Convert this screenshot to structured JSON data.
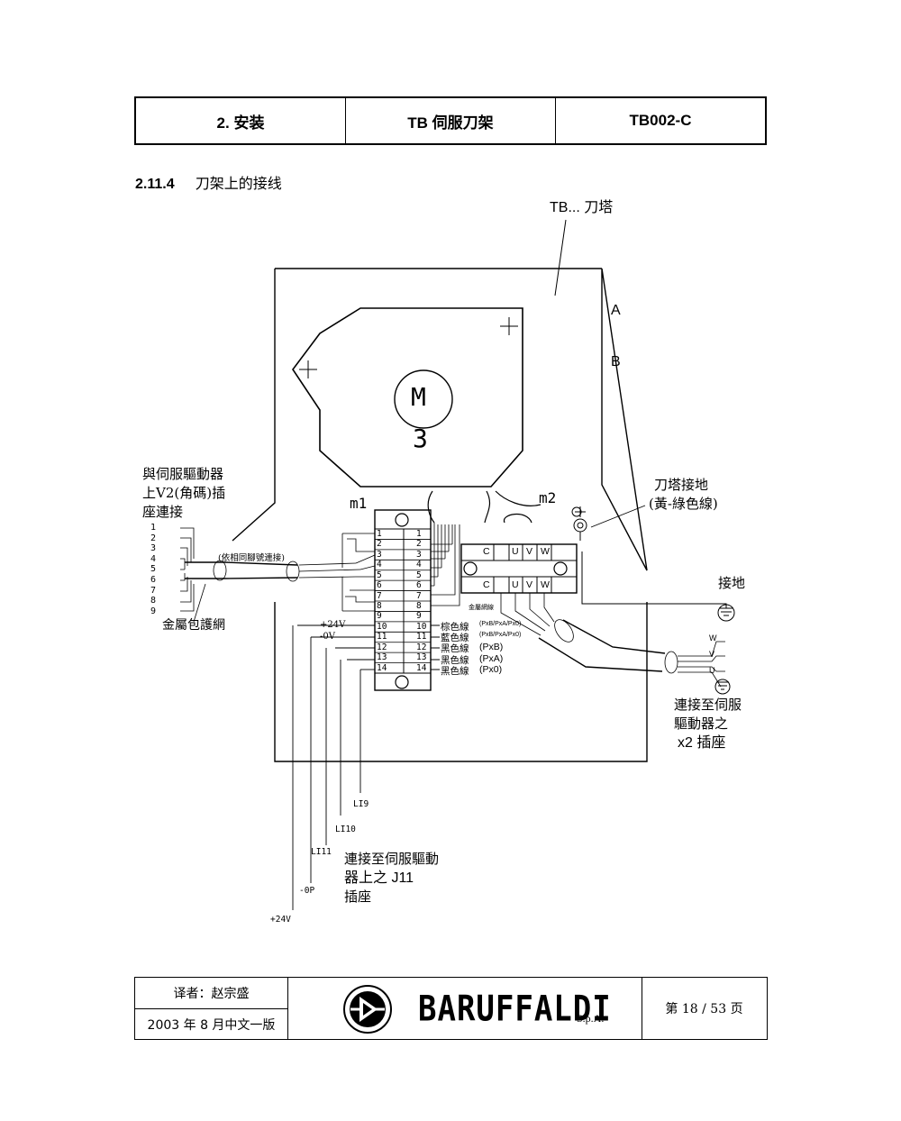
{
  "header": {
    "section": "2. 安装",
    "title": "TB 伺服刀架",
    "code": "TB002-C"
  },
  "section_heading": {
    "number": "2.11.4",
    "title": "刀架上的接线"
  },
  "diagram": {
    "turret_label": "TB... 刀塔",
    "label_a": "A",
    "label_b": "B",
    "motor_letter": "M",
    "motor_phase": "3",
    "m1": "m1",
    "m2": "m2",
    "turret_ground": [
      "刀塔接地",
      "(黃-綠色線)"
    ],
    "ground": "接地",
    "left_connector": [
      "與伺服驅動器",
      "上V2(角碼)插",
      "座連接"
    ],
    "pin_numbers": [
      "1",
      "2",
      "3",
      "4",
      "5",
      "6",
      "7",
      "8",
      "9"
    ],
    "same_pin_note": "(依相同腳號連接)",
    "metal_braid": "金屬包護網",
    "metal_mesh_small": "金屬網線",
    "terminal_rows": [
      "1",
      "2",
      "3",
      "4",
      "5",
      "6",
      "7",
      "8",
      "9",
      "10",
      "11",
      "12",
      "13",
      "14"
    ],
    "supply_plus": "+24V",
    "supply_zero": "-0V",
    "wire_colors": [
      {
        "name": "棕色線",
        "code": "(PxB/PxA/Px0)"
      },
      {
        "name": "藍色線",
        "code": "(PxB/PxA/Px0)"
      },
      {
        "name": "黑色線",
        "code": "(PxB)"
      },
      {
        "name": "黑色線",
        "code": "(PxA)"
      },
      {
        "name": "黑色線",
        "code": "(Px0)"
      }
    ],
    "m2_terminals": [
      "C",
      "U",
      "V",
      "W"
    ],
    "x2_pins": [
      "W",
      "V",
      "U"
    ],
    "x2_label": [
      "連接至伺服",
      "驅動器之",
      "x2 插座"
    ],
    "j11_label": [
      "連接至伺服驅動",
      "器上之 J11",
      "插座"
    ],
    "lead_labels": [
      "LI9",
      "LI10",
      "LI11",
      "-0P",
      "+24V"
    ]
  },
  "footer": {
    "translator": "译者：赵宗盛",
    "edition": "2003 年 8 月中文一版",
    "brand": "BARUFFALDI",
    "brand_suffix": "S.p.A.",
    "page": "第 18 / 53 页"
  }
}
